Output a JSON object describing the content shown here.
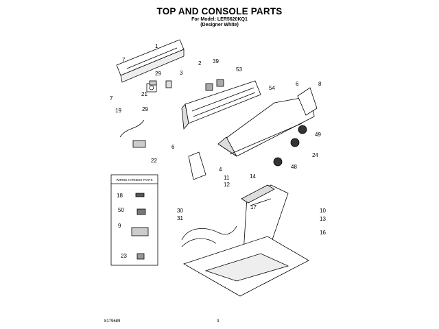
{
  "header": {
    "title": "TOP AND CONSOLE PARTS",
    "model_line": "For Model: LER5620KQ1",
    "color_line": "(Designer White)"
  },
  "harness_box": {
    "title": "WIRING HARNESS PARTS"
  },
  "callouts": [
    "1",
    "2",
    "3",
    "4",
    "6",
    "6",
    "7",
    "7",
    "8",
    "9",
    "10",
    "11",
    "12",
    "13",
    "14",
    "16",
    "17",
    "18",
    "19",
    "21",
    "22",
    "23",
    "24",
    "29",
    "29",
    "30",
    "31",
    "39",
    "48",
    "49",
    "50",
    "53",
    "54"
  ],
  "footer": {
    "doc_number": "8179689",
    "page_number": "3"
  }
}
